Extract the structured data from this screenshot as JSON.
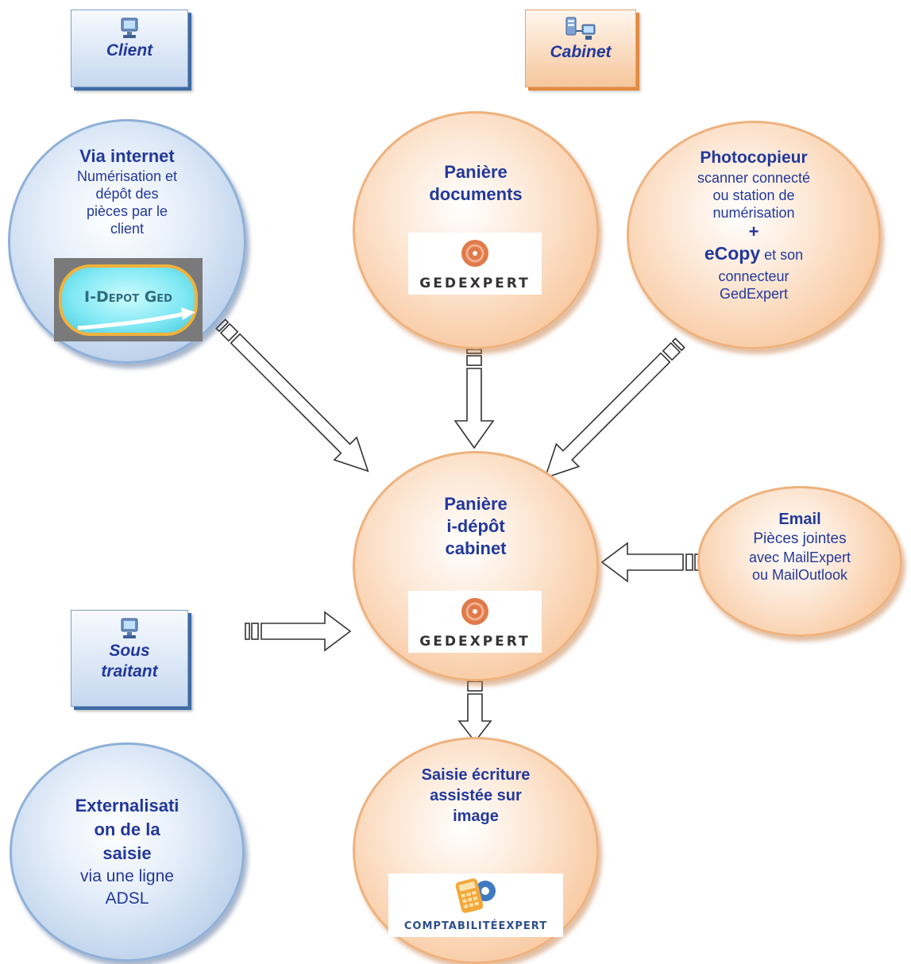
{
  "headers": {
    "client": "Client",
    "cabinet": "Cabinet",
    "sous_traitant": "Sous traitant"
  },
  "nodes": {
    "via_internet": {
      "title": "Via internet",
      "desc_lines": [
        "Numérisation et",
        "dépôt des",
        "pièces par le",
        "client"
      ],
      "logo_text": "I-Depot Ged"
    },
    "paniere_documents": {
      "title_lines": [
        "Panière",
        "documents"
      ],
      "logo_text": "GEDEXPERT"
    },
    "photocopieur": {
      "title": "Photocopieur",
      "desc_lines": [
        "scanner connecté",
        "ou station de",
        "numérisation"
      ],
      "plus": "+",
      "ecopy": "eCopy",
      "ecopy_rest": " et son",
      "desc2_lines": [
        "connecteur",
        "GedExpert"
      ]
    },
    "paniere_idepot": {
      "title_lines": [
        "Panière",
        "i-dépôt",
        "cabinet"
      ],
      "logo_text": "GEDEXPERT"
    },
    "email": {
      "title": "Email",
      "desc_lines": [
        "Pièces jointes",
        "avec MailExpert",
        "ou MailOutlook"
      ]
    },
    "externalisation": {
      "title_lines": [
        "Externalisati",
        "on de la",
        "saisie"
      ],
      "desc_lines": [
        "via une ligne",
        "ADSL"
      ]
    },
    "saisie": {
      "title_lines": [
        "Saisie écriture",
        "assistée sur",
        "image"
      ],
      "logo_text": "COMPTABILITÉEXPERT"
    }
  },
  "colors": {
    "text": "#23389a",
    "blue_fill": "#c6d8ef",
    "orange_fill": "#f8c79d",
    "arrow_stroke": "#333333"
  }
}
